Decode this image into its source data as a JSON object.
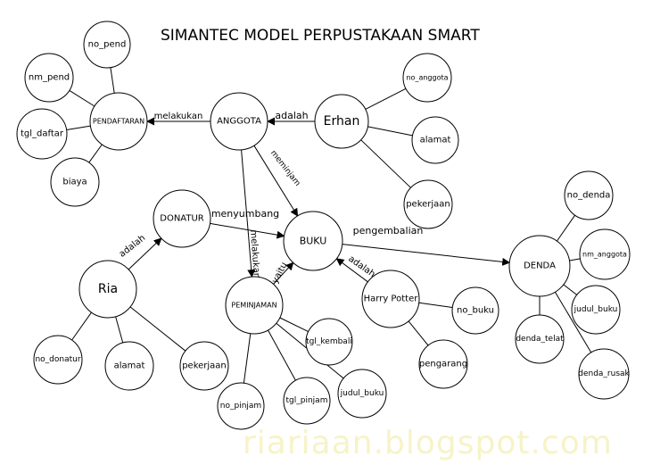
{
  "title": "SIMANTEC MODEL PERPUSTAKAAN SMART",
  "watermark": "riariaan.blogspot.com",
  "nodes": [
    {
      "id": "no_pend",
      "label": "no_pend"
    },
    {
      "id": "nm_pend",
      "label": "nm_pend"
    },
    {
      "id": "pendaftaran",
      "label": "PENDAFTARAN"
    },
    {
      "id": "tgl_daftar",
      "label": "tgl_daftar"
    },
    {
      "id": "biaya",
      "label": "biaya"
    },
    {
      "id": "anggota",
      "label": "ANGGOTA"
    },
    {
      "id": "erhan",
      "label": "Erhan"
    },
    {
      "id": "no_anggota",
      "label": "no_anggota"
    },
    {
      "id": "alamat_erhan",
      "label": "alamat"
    },
    {
      "id": "pekerjaan_erhan",
      "label": "pekerjaan"
    },
    {
      "id": "donatur",
      "label": "DONATUR"
    },
    {
      "id": "buku",
      "label": "BUKU"
    },
    {
      "id": "ria",
      "label": "Ria"
    },
    {
      "id": "no_donatur",
      "label": "no_donatur"
    },
    {
      "id": "alamat_ria",
      "label": "alamat"
    },
    {
      "id": "pekerjaan_ria",
      "label": "pekerjaan"
    },
    {
      "id": "peminjaman",
      "label": "PEMINJAMAN"
    },
    {
      "id": "tgl_kembali",
      "label": "tgl_kembali"
    },
    {
      "id": "no_pinjam",
      "label": "no_pinjam"
    },
    {
      "id": "tgl_pinjam",
      "label": "tgl_pinjam"
    },
    {
      "id": "judul_buku_pinjam",
      "label": "judul_buku"
    },
    {
      "id": "harry_potter",
      "label": "Harry Potter"
    },
    {
      "id": "no_buku",
      "label": "no_buku"
    },
    {
      "id": "pengarang",
      "label": "pengarang"
    },
    {
      "id": "denda",
      "label": "DENDA"
    },
    {
      "id": "no_denda",
      "label": "no_denda"
    },
    {
      "id": "nm_anggota",
      "label": "nm_anggota"
    },
    {
      "id": "judul_buku_denda",
      "label": "judul_buku"
    },
    {
      "id": "denda_telat",
      "label": "denda_telat"
    },
    {
      "id": "denda_rusak",
      "label": "denda_rusak"
    }
  ],
  "edges": [
    {
      "from": "pendaftaran",
      "to": "no_pend"
    },
    {
      "from": "pendaftaran",
      "to": "nm_pend"
    },
    {
      "from": "pendaftaran",
      "to": "tgl_daftar"
    },
    {
      "from": "pendaftaran",
      "to": "biaya"
    },
    {
      "from": "anggota",
      "to": "pendaftaran",
      "label": "melakukan",
      "arrow": true
    },
    {
      "from": "erhan",
      "to": "anggota",
      "label": "adalah",
      "arrow": true
    },
    {
      "from": "erhan",
      "to": "no_anggota"
    },
    {
      "from": "erhan",
      "to": "alamat_erhan"
    },
    {
      "from": "erhan",
      "to": "pekerjaan_erhan"
    },
    {
      "from": "anggota",
      "to": "buku",
      "label": "meminjam",
      "arrow": true
    },
    {
      "from": "anggota",
      "to": "peminjaman",
      "label": "melakukan",
      "arrow": true
    },
    {
      "from": "donatur",
      "to": "buku",
      "label": "menyumbang",
      "arrow": true
    },
    {
      "from": "ria",
      "to": "donatur",
      "label": "adalah",
      "arrow": true
    },
    {
      "from": "ria",
      "to": "no_donatur"
    },
    {
      "from": "ria",
      "to": "alamat_ria"
    },
    {
      "from": "ria",
      "to": "pekerjaan_ria"
    },
    {
      "from": "peminjaman",
      "to": "buku",
      "label": "yaitu",
      "arrow": true
    },
    {
      "from": "peminjaman",
      "to": "tgl_kembali"
    },
    {
      "from": "peminjaman",
      "to": "no_pinjam"
    },
    {
      "from": "peminjaman",
      "to": "tgl_pinjam"
    },
    {
      "from": "peminjaman",
      "to": "judul_buku_pinjam"
    },
    {
      "from": "harry_potter",
      "to": "buku",
      "label": "adalah",
      "arrow": true
    },
    {
      "from": "harry_potter",
      "to": "no_buku"
    },
    {
      "from": "harry_potter",
      "to": "pengarang"
    },
    {
      "from": "buku",
      "to": "denda",
      "label": "pengembalian",
      "arrow": true
    },
    {
      "from": "denda",
      "to": "no_denda"
    },
    {
      "from": "denda",
      "to": "nm_anggota"
    },
    {
      "from": "denda",
      "to": "judul_buku_denda"
    },
    {
      "from": "denda",
      "to": "denda_telat"
    },
    {
      "from": "denda",
      "to": "denda_rusak"
    }
  ]
}
